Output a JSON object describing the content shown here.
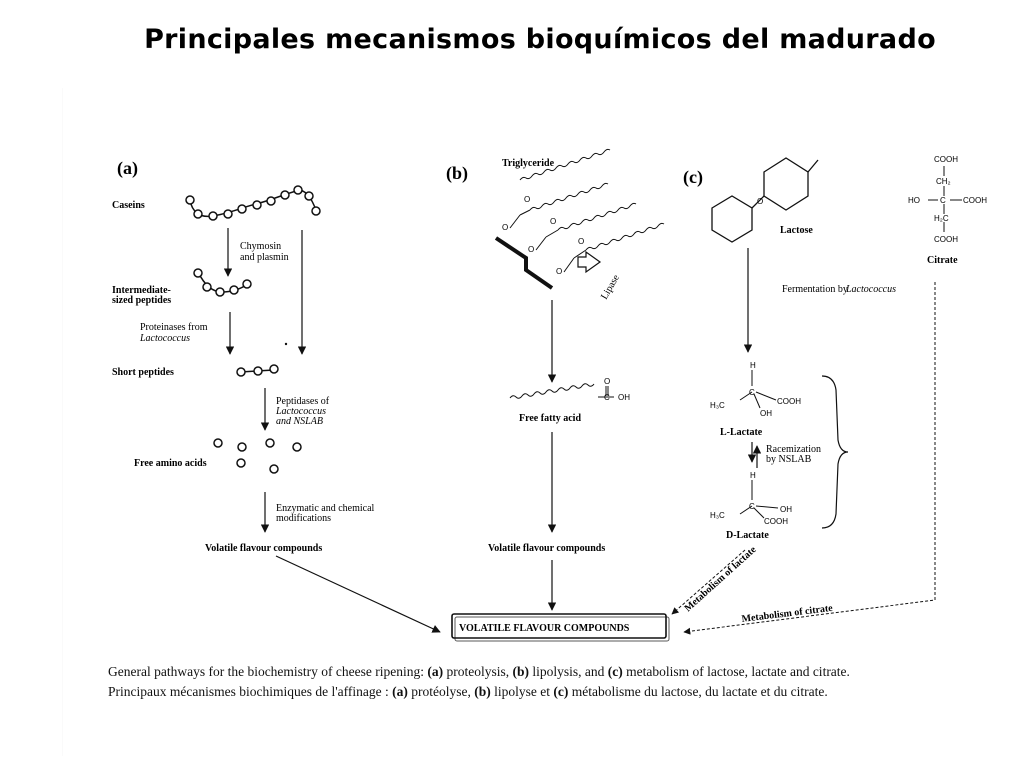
{
  "title": "Principales mecanismos bioquímicos del madurado",
  "sections": {
    "a": "(a)",
    "b": "(b)",
    "c": "(c)"
  },
  "labels": {
    "caseins": "Caseins",
    "chymosin_1": "Chymosin",
    "chymosin_2": "and plasmin",
    "intermediate_1": "Intermediate-",
    "intermediate_2": "sized peptides",
    "proteinases_1": "Proteinases from",
    "proteinases_2": "Lactococcus",
    "short_peptides": "Short peptides",
    "peptidases_1": "Peptidases of",
    "peptidases_2": "Lactococcus",
    "peptidases_3": "and NSLAB",
    "free_amino_acids": "Free amino acids",
    "enzymatic_1": "Enzymatic and chemical",
    "enzymatic_2": "modifications",
    "volatile_a": "Volatile flavour compounds",
    "triglyceride": "Triglyceride",
    "lipase": "Lipase",
    "free_fatty_acid": "Free fatty acid",
    "volatile_b": "Volatile flavour compounds",
    "lactose": "Lactose",
    "fermentation": "Fermentation by",
    "fermentation_org": "Lactococcus",
    "l_lactate": "L-Lactate",
    "racemization_1": "Racemization",
    "racemization_2": "by NSLAB",
    "d_lactate": "D-Lactate",
    "citrate": "Citrate",
    "metabolism_lactate": "Metabolism of lactate",
    "metabolism_citrate": "Metabolism of citrate",
    "final_box": "VOLATILE FLAVOUR COMPOUNDS"
  },
  "chem": {
    "cooh": "COOH",
    "ch2": "CH₂",
    "ho": "HO",
    "c": "C",
    "h2c": "H₂C",
    "h3c": "H₃C",
    "h": "H",
    "oh": "OH",
    "o": "O",
    "oh_acid": "OH"
  },
  "caption": {
    "en_1": "General pathways for the biochemistry of cheese ripening: ",
    "en_a": "(a)",
    "en_2": " proteolysis, ",
    "en_b": "(b)",
    "en_3": " lipolysis, and ",
    "en_c": "(c)",
    "en_4": " metabolism of lactose, lactate and citrate.",
    "fr_1": "Principaux mécanismes biochimiques de l'affinage : ",
    "fr_a": "(a)",
    "fr_2": " protéolyse, ",
    "fr_b": "(b)",
    "fr_3": " lipolyse et ",
    "fr_c": "(c)",
    "fr_4": " métabolisme du lactose, du lactate et du citrate."
  }
}
